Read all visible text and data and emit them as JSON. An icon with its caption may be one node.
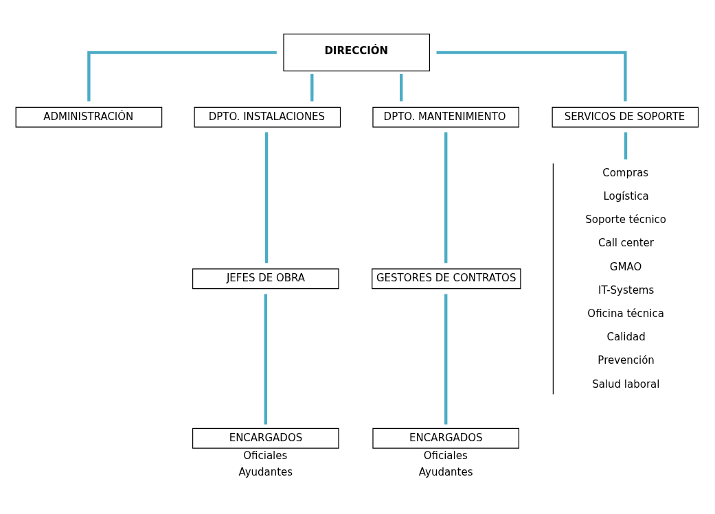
{
  "diagram": {
    "nodes": [
      {
        "text": [
          "DIRECCIÓN"
        ]
      },
      {
        "text": [
          "ADMINISTRACIÓN"
        ]
      },
      {
        "text": [
          "DPTO. INSTALACIONES"
        ]
      },
      {
        "text": [
          "DPTO. MANTENIMIENTO"
        ]
      },
      {
        "text": [
          "SERVICOS DE SOPORTE"
        ]
      },
      {
        "text": [
          "JEFES DE OBRA"
        ]
      },
      {
        "text": [
          "GESTORES DE CONTRATOS"
        ]
      },
      {
        "text": [
          "Compras",
          "Logística",
          "Soporte técnico",
          "Call center",
          "GMAO",
          "IT-Systems",
          "Oficina técnica",
          "Calidad",
          "Prevención",
          "Salud laboral"
        ]
      },
      {
        "text": [
          "ENCARGADOS"
        ],
        "beside": [
          "Oficiales",
          "Ayudantes"
        ]
      },
      {
        "text": [
          "ENCARGADOS"
        ],
        "beside": [
          "Oficiales",
          "Ayudantes"
        ]
      }
    ],
    "edges": [
      {
        "from": 0,
        "to": 1,
        "arrow": "none"
      },
      {
        "from": 0,
        "to": 2,
        "arrow": "none"
      },
      {
        "from": 0,
        "to": 3,
        "arrow": "none"
      },
      {
        "from": 0,
        "to": 4,
        "arrow": "none"
      },
      {
        "from": 2,
        "to": 5,
        "arrow": "none"
      },
      {
        "from": 3,
        "to": 6,
        "arrow": "none"
      },
      {
        "from": 4,
        "to": 7,
        "arrow": "none"
      },
      {
        "from": 5,
        "to": 8,
        "arrow": "none"
      },
      {
        "from": 6,
        "to": 9,
        "arrow": "none"
      }
    ]
  }
}
